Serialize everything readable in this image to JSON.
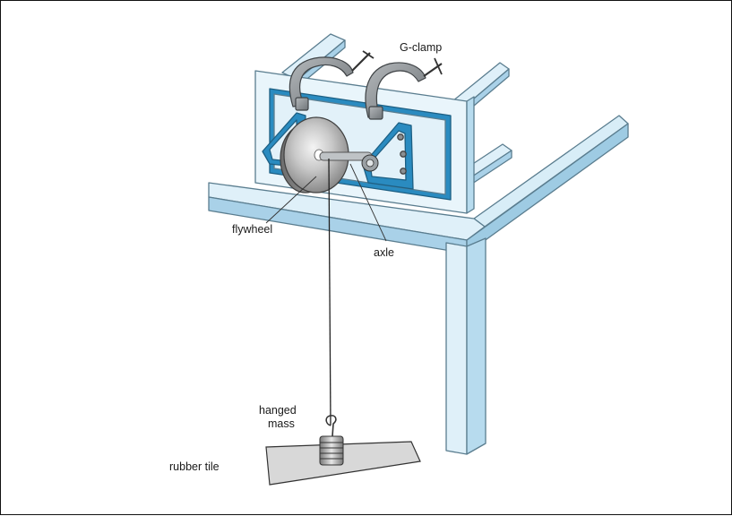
{
  "labels": {
    "g_clamp": "G-clamp",
    "flywheel": "flywheel",
    "axle": "axle",
    "hanged_mass_line1": "hanged",
    "hanged_mass_line2": "mass",
    "rubber_tile": "rubber tile"
  },
  "colors": {
    "table_face": "#dff0f9",
    "table_edge": "#5a7d8f",
    "mount_blue": "#2a8bc0",
    "clamp_grey": "#8a8f93",
    "flywheel_grey": "#9a9a9a",
    "tile_grey": "#d8d8d8"
  }
}
